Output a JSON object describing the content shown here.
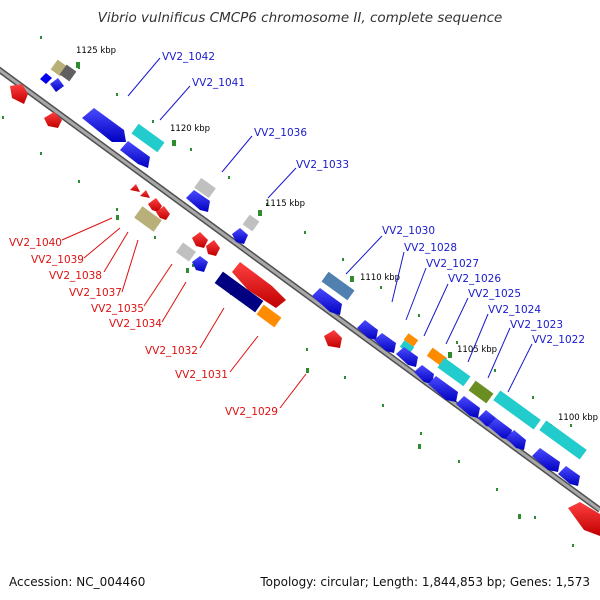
{
  "title": "Vibrio vulnificus CMCP6 chromosome II, complete sequence",
  "footer": {
    "accession": "Accession: NC_004460",
    "summary": "Topology: circular; Length: 1,844,853 bp; Genes: 1,573"
  },
  "ticks": [
    "1125 kbp",
    "1120 kbp",
    "1115 kbp",
    "1110 kbp",
    "1105 kbp",
    "1100 kbp"
  ],
  "labels_top": [
    "VV2_1042",
    "VV2_1041",
    "VV2_1036",
    "VV2_1033",
    "VV2_1030",
    "VV2_1028",
    "VV2_1027",
    "VV2_1026",
    "VV2_1025",
    "VV2_1024",
    "VV2_1023",
    "VV2_1022"
  ],
  "labels_bottom": [
    "VV2_1040",
    "VV2_1039",
    "VV2_1038",
    "VV2_1037",
    "VV2_1035",
    "VV2_1034",
    "VV2_1032",
    "VV2_1031",
    "VV2_1029"
  ],
  "colors": {
    "backbone": "#808080",
    "forward_gene": "#0000ee",
    "reverse_gene": "#ee0000",
    "label_forward": "#1a1acc",
    "label_reverse": "#dd1111",
    "tick_dot": "#2e8b2e",
    "cyan_gene": "#22cccc",
    "olive_gene": "#b8b078",
    "gray_gene": "#c0c0c0",
    "orange_gene": "#ff8c00",
    "navy_gene": "#000080",
    "steel_gene": "#5080b0",
    "green_gene": "#6b8e23",
    "dark_gray_gene": "#606060"
  }
}
